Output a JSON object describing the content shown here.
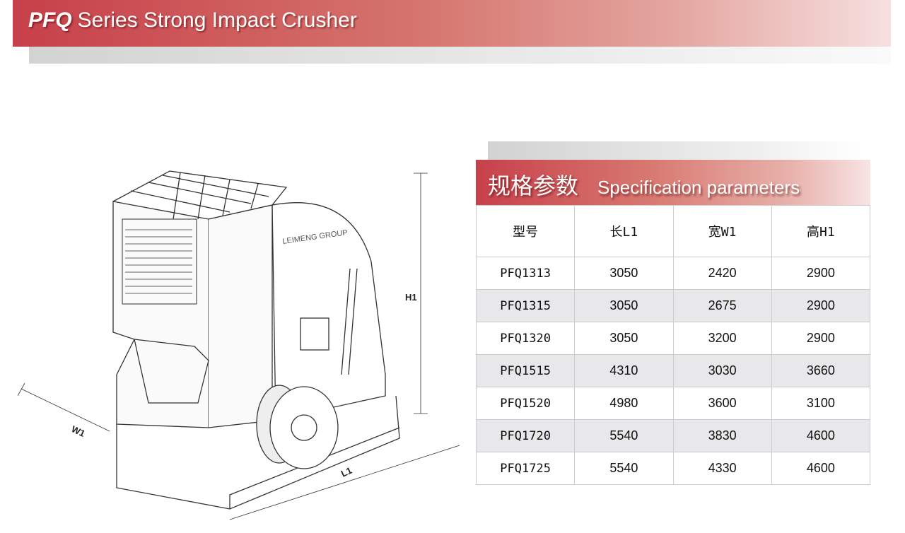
{
  "banner": {
    "prefix": "PFQ",
    "title": "Series Strong Impact Crusher"
  },
  "spec": {
    "title_cn": "规格参数",
    "title_en": "Specification parameters",
    "headers": [
      "型号",
      "长L1",
      "宽W1",
      "高H1"
    ],
    "rows": [
      [
        "PFQ1313",
        "3050",
        "2420",
        "2900"
      ],
      [
        "PFQ1315",
        "3050",
        "2675",
        "2900"
      ],
      [
        "PFQ1320",
        "3050",
        "3200",
        "2900"
      ],
      [
        "PFQ1515",
        "4310",
        "3030",
        "3660"
      ],
      [
        "PFQ1520",
        "4980",
        "3600",
        "3100"
      ],
      [
        "PFQ1720",
        "5540",
        "3830",
        "4600"
      ],
      [
        "PFQ1725",
        "5540",
        "4330",
        "4600"
      ]
    ]
  },
  "drawing": {
    "dim_h": "H1",
    "dim_w": "W1",
    "dim_l": "L1",
    "brand": "LEIMENG GROUP"
  }
}
